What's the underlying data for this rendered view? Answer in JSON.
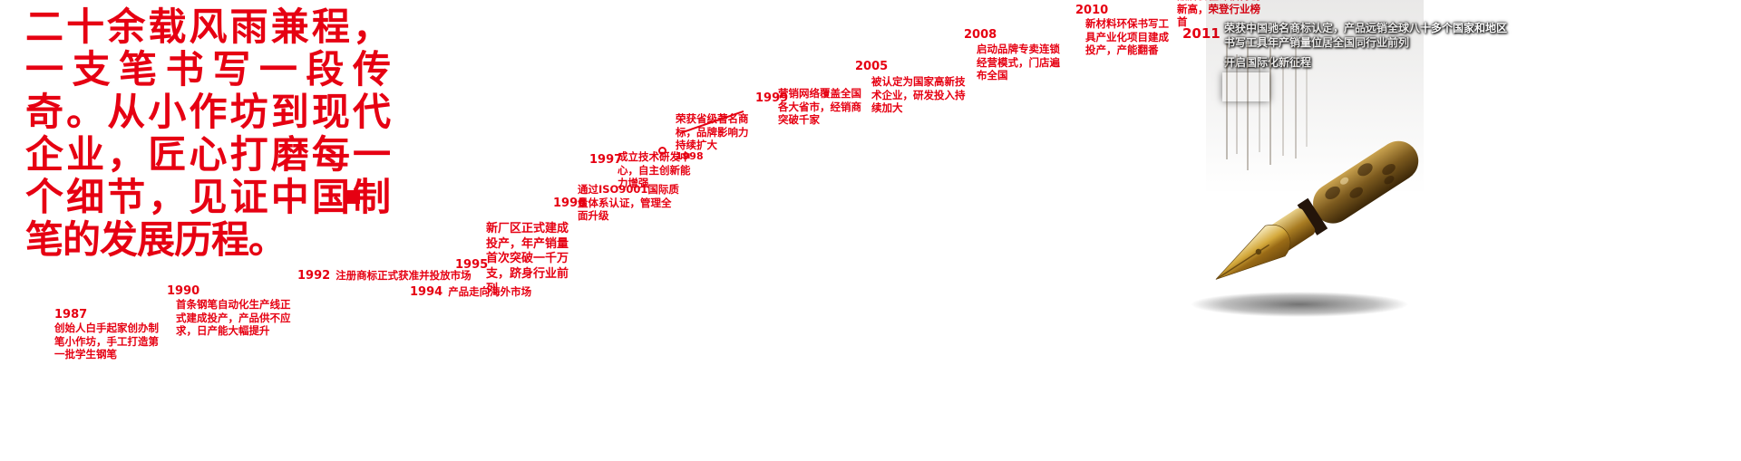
{
  "colors": {
    "accent_red": "#e60012",
    "caption_white": "#ffffff"
  },
  "intro": {
    "text": "二十余载风雨兼程，一支笔书写一段传奇。从小作坊到现代企业，匠心打磨每一个细节，见证中国制笔的发展历程。"
  },
  "timeline": {
    "steps": [
      {
        "year": "1987",
        "text": "创始人白手起家创办制笔小作坊，手工打造第一批学生钢笔"
      },
      {
        "year": "1990",
        "text": "首条钢笔自动化生产线正式建成投产，产品供不应求，日产能大幅提升"
      },
      {
        "year": "1992",
        "text": "注册商标正式获准并投放市场"
      },
      {
        "year": "1994",
        "text": "产品走向海外市场"
      },
      {
        "year": "1995",
        "text": "新厂区正式建成投产，年产销量首次突破一千万支，跻身行业前列"
      },
      {
        "year": "1996",
        "text": "通过ISO9001国际质量体系认证，管理全面升级"
      },
      {
        "year": "1997",
        "text": "成立技术研发中心，自主创新能力增强"
      },
      {
        "year": "1998",
        "text": "荣获省级著名商标，品牌影响力持续扩大"
      },
      {
        "year": "1999",
        "text": "营销网络覆盖全国各大省市，经销商突破千家"
      },
      {
        "year": "2005",
        "text": "被认定为国家高新技术企业，研发投入持续加大"
      },
      {
        "year": "2008",
        "text": "启动品牌专卖连锁经营模式，门店遍布全国"
      },
      {
        "year": "2010",
        "text": "新材料环保书写工具产业化项目建成投产，产能翻番"
      }
    ],
    "clipped_text": "品牌价值评估再创新高，荣登行业榜首",
    "final": {
      "year": "2011",
      "white_line1": "荣获中国驰名商标认定，产品远销全球八十多个国家和地区",
      "white_line2": "书写工具年产销量位居全国同行业前列",
      "white_subline": "开启国际化新征程"
    }
  }
}
